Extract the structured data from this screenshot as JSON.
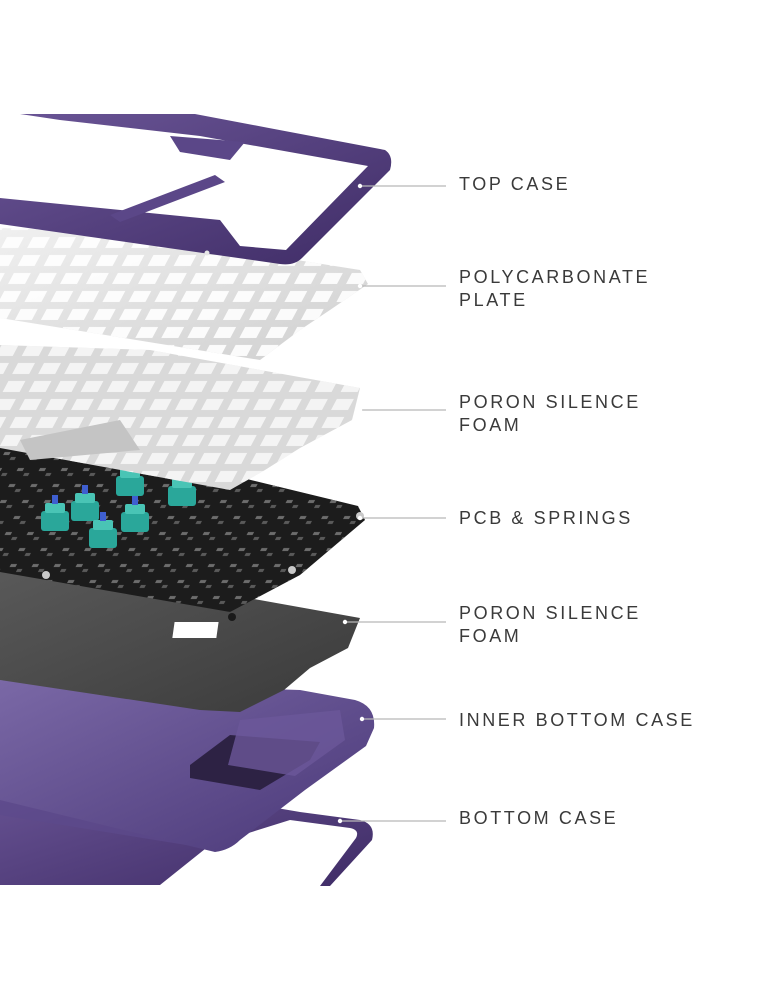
{
  "diagram": {
    "layers": [
      {
        "id": "top-case",
        "lines": [
          "TOP CASE"
        ],
        "color": "#4a3470"
      },
      {
        "id": "polycarbonate-plate",
        "lines": [
          "POLYCARBONATE",
          "PLATE"
        ],
        "color": "#e6e6e6"
      },
      {
        "id": "poron-silence-foam-upper",
        "lines": [
          "PORON SILENCE",
          "FOAM"
        ],
        "color": "#d4d4d4"
      },
      {
        "id": "pcb-springs",
        "lines": [
          "PCB & SPRINGS"
        ],
        "color": "#1f1f1f"
      },
      {
        "id": "poron-silence-foam-lower",
        "lines": [
          "PORON SILENCE",
          "FOAM"
        ],
        "color": "#4a4a4a"
      },
      {
        "id": "inner-bottom-case",
        "lines": [
          "INNER BOTTOM CASE"
        ],
        "color": "#5b4a86"
      },
      {
        "id": "bottom-case",
        "lines": [
          "BOTTOM CASE"
        ],
        "color": "#4b3a72"
      }
    ],
    "colors": {
      "leader": "#b8b8b8",
      "text": "#3a3a3a",
      "switch": "#2aa79a",
      "switch_stem": "#3f5fd0"
    }
  }
}
